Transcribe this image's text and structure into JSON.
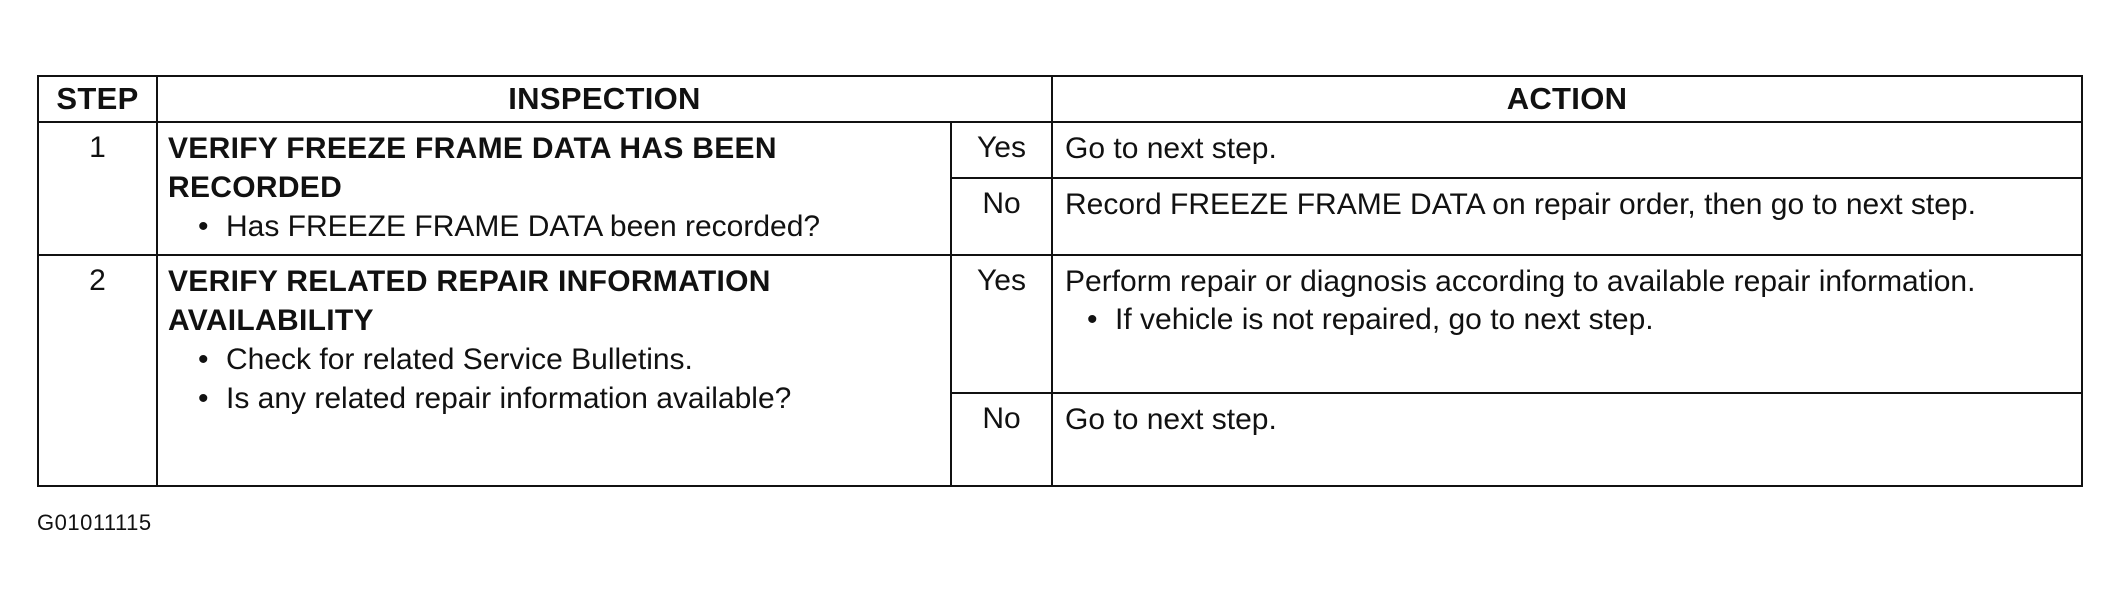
{
  "table": {
    "headers": {
      "step": "STEP",
      "inspection": "INSPECTION",
      "action": "ACTION"
    },
    "rows": [
      {
        "step": "1",
        "title_line1": "VERIFY FREEZE FRAME DATA HAS BEEN",
        "title_line2": "RECORDED",
        "bullets": [
          "Has FREEZE FRAME DATA been recorded?"
        ],
        "yes_label": "Yes",
        "yes_action": "Go to next step.",
        "no_label": "No",
        "no_action": "Record FREEZE FRAME DATA on repair order, then go to next step."
      },
      {
        "step": "2",
        "title_line1": "VERIFY RELATED REPAIR INFORMATION",
        "title_line2": "AVAILABILITY",
        "bullets": [
          "Check for related Service Bulletins.",
          "Is any related repair information available?"
        ],
        "yes_label": "Yes",
        "yes_action": "Perform repair or diagnosis according to available repair information.",
        "yes_action_bullet": "If vehicle is not repaired, go to next step.",
        "no_label": "No",
        "no_action": "Go to next step."
      }
    ]
  },
  "bullet_glyph": "•",
  "figure_code": "G01011115"
}
